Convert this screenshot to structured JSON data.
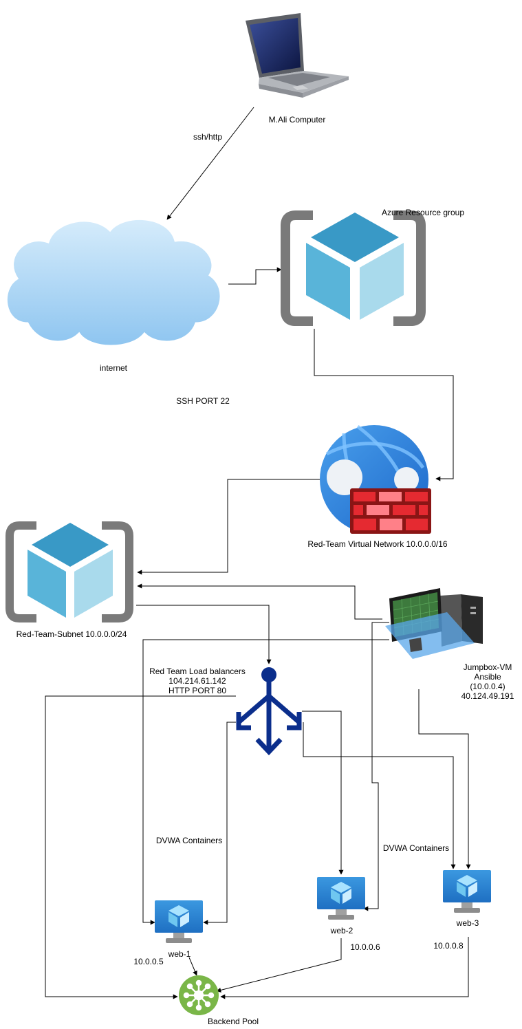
{
  "labels": {
    "computer": "M.Ali Computer",
    "ssh_http": "ssh/http",
    "internet": "internet",
    "resource_group": "Azure Resource group",
    "ssh_port": "SSH PORT 22",
    "vnet": "Red-Team Virtual Network 10.0.0.0/16",
    "subnet": "Red-Team-Subnet 10.0.0.0/24",
    "jumpbox_name": "Jumpbox-VM",
    "jumpbox_ansible": "Ansible",
    "jumpbox_private_ip": "(10.0.0.4)",
    "jumpbox_public_ip": "40.124.49.191",
    "lb_name": "Red Team Load balancers",
    "lb_ip": "104.214.61.142",
    "lb_port": "HTTP PORT 80",
    "dvwa_left": "DVWA Containers",
    "dvwa_right": "DVWA Containers",
    "web1": "web-1",
    "web1_ip": "10.0.0.5",
    "web2": "web-2",
    "web2_ip": "10.0.0.6",
    "web3": "web-3",
    "web3_ip": "10.0.0.8",
    "backend_pool": "Backend Pool"
  },
  "colors": {
    "azure_dark": "#3999c6",
    "azure_mid": "#59b4d9",
    "azure_light": "#a9daec",
    "bracket_gray": "#7a7a7a",
    "firewall_red": "#d12128",
    "lb_navy": "#0b2e8c",
    "pool_green": "#7ab648",
    "cloud_blue": "#aad4f5"
  },
  "icons": [
    "laptop-icon",
    "cloud-icon",
    "resource-group-icon",
    "vnet-firewall-icon",
    "subnet-icon",
    "workstation-icon",
    "load-balancer-icon",
    "vm-icon",
    "backend-pool-icon"
  ]
}
